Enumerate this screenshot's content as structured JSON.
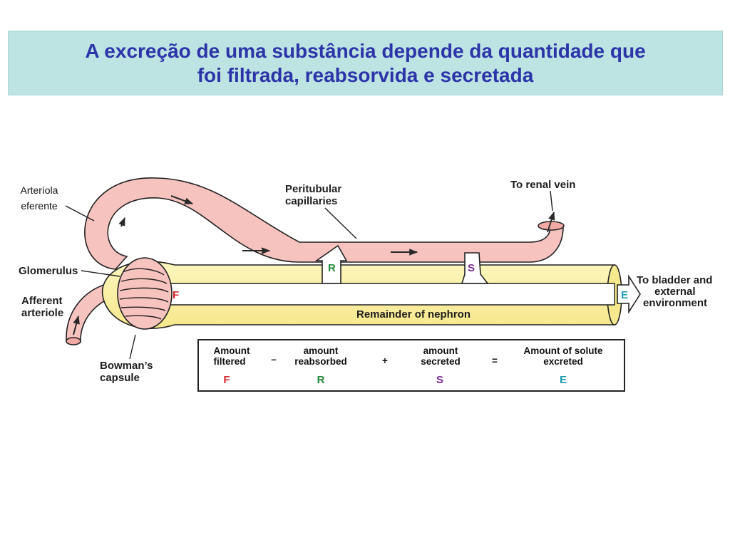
{
  "title": {
    "line1": "A excreção de uma substância depende da quantidade que",
    "line2": "foi filtrada, reabsorvida e secretada"
  },
  "labels": {
    "efferent_line1": "Arteríola",
    "efferent_line2": "eferente",
    "peritubular_line1": "Peritubular",
    "peritubular_line2": "capillaries",
    "renal_vein": "To renal vein",
    "glomerulus": "Glomerulus",
    "afferent_line1": "Afferent",
    "afferent_line2": "arteriole",
    "bowmans_line1": "Bowman’s",
    "bowmans_line2": "capsule",
    "remainder": "Remainder of nephron",
    "bladder_line1": "To bladder and",
    "bladder_line2": "external",
    "bladder_line3": "environment",
    "tube_f": "F",
    "tube_r": "R",
    "tube_s": "S",
    "tube_e": "E"
  },
  "equation": {
    "term1_line1": "Amount",
    "term1_line2": "filtered",
    "op1": "–",
    "term2_line1": "amount",
    "term2_line2": "reabsorbed",
    "op2": "+",
    "term3_line1": "amount",
    "term3_line2": "secreted",
    "op3": "=",
    "term4_line1": "Amount of solute",
    "term4_line2": "excreted",
    "letter_f": "F",
    "letter_r": "R",
    "letter_s": "S",
    "letter_e": "E"
  },
  "colors": {
    "title_bg": "#bde3e3",
    "title_text": "#2c34a8",
    "vessel": "#f7c3bf",
    "tubule": "#fbf3ad",
    "filtered": "#d8262b",
    "reabsorbed": "#1e8a36",
    "secreted": "#7a2a90",
    "excreted": "#1f9bb2"
  }
}
